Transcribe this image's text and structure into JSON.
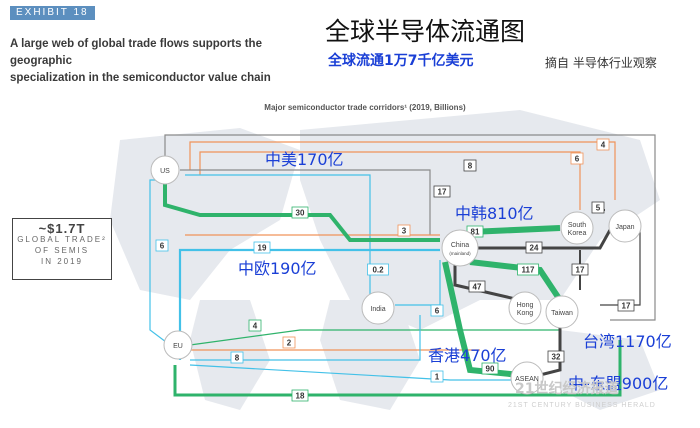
{
  "header": {
    "exhibit": "EXHIBIT 18",
    "heading_line1": "A large web of global trade flows supports the geographic",
    "heading_line2": "specialization in the semiconductor value chain",
    "title_zh": "全球半导体流通图",
    "subtitle_zh": "全球流通1万7千亿美元",
    "source_zh": "摘自  半导体行业观察"
  },
  "diagram": {
    "caption": "Major semiconductor trade corridors¹ (2019, Billions)",
    "nodes": [
      {
        "id": "us",
        "label": "US"
      },
      {
        "id": "eu",
        "label": "EU"
      },
      {
        "id": "india",
        "label": "India"
      },
      {
        "id": "china",
        "label": "China",
        "sublabel": "(mainland)"
      },
      {
        "id": "korea",
        "label": "South",
        "sublabel": "Korea"
      },
      {
        "id": "japan",
        "label": "Japan"
      },
      {
        "id": "hk",
        "label": "Hong",
        "sublabel": "Kong"
      },
      {
        "id": "taiwan",
        "label": "Taiwan"
      },
      {
        "id": "asean",
        "label": "ASEAN"
      }
    ],
    "flows": [
      "8",
      "4",
      "6",
      "17",
      "30",
      "6",
      "19",
      "3",
      "81",
      "5",
      "24",
      "117",
      "47",
      "0.2",
      "17",
      "4",
      "6",
      "2",
      "8",
      "17",
      "32",
      "90",
      "1",
      "18"
    ],
    "colors": {
      "green": "#2fb36b",
      "blue": "#43c1e8",
      "orange": "#f0935a",
      "dark": "#444444",
      "gray": "#8a8a8a"
    }
  },
  "callout": {
    "value": "~$1.7T",
    "line1": "GLOBAL TRADE²",
    "line2": "OF SEMIS",
    "line3": "IN 2019"
  },
  "annotations": {
    "cn_us": "中美170亿",
    "cn_kr": "中韩810亿",
    "cn_eu": "中欧190亿",
    "cn_hk": "香港470亿",
    "cn_tw": "台湾1170亿",
    "cn_asean": "中-东盟900亿"
  },
  "watermark": {
    "zh": "21世纪经济报道",
    "en": "21ST CENTURY BUSINESS HERALD"
  }
}
